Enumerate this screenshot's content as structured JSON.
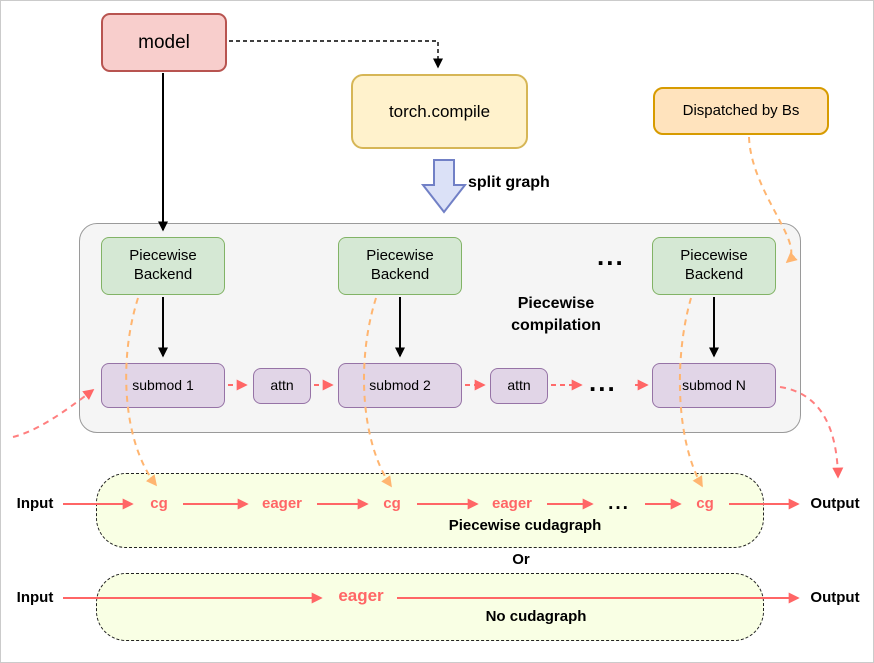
{
  "diagram": {
    "model": "model",
    "torch_compile": "torch.compile",
    "dispatched_by_bs": "Dispatched by Bs",
    "split_graph": "split graph",
    "container": {
      "title": "Piecewise compilation",
      "backends": [
        "Piecewise Backend",
        "Piecewise Backend",
        "Piecewise Backend"
      ],
      "backends_ellipsis": "...",
      "submods": [
        "submod 1",
        "attn",
        "submod 2",
        "attn",
        "...",
        "submod N"
      ]
    },
    "piecewise_cudagraph": {
      "input": "Input",
      "output": "Output",
      "steps": [
        "cg",
        "eager",
        "cg",
        "eager",
        "...",
        "cg"
      ],
      "label": "Piecewise cudagraph"
    },
    "or": "Or",
    "no_cudagraph": {
      "input": "Input",
      "output": "Output",
      "step": "eager",
      "label": "No cudagraph"
    },
    "colors": {
      "model_fill": "#f8cecc",
      "model_border": "#b85450",
      "compile_fill": "#fff2cc",
      "compile_border": "#d6b656",
      "dispatch_fill": "#ffe3bd",
      "dispatch_border": "#d79b00",
      "backend_fill": "#d5e8d4",
      "backend_border": "#82b366",
      "submod_fill": "#e1d5e7",
      "submod_border": "#9673a6",
      "container_fill": "#f5f5f5",
      "cudagraph_fill": "#f9ffe4",
      "red_accent": "#ff6666",
      "orange_accent": "#ffb570",
      "split_arrow_fill": "#dbe1f7",
      "split_arrow_border": "#7180c6"
    }
  }
}
